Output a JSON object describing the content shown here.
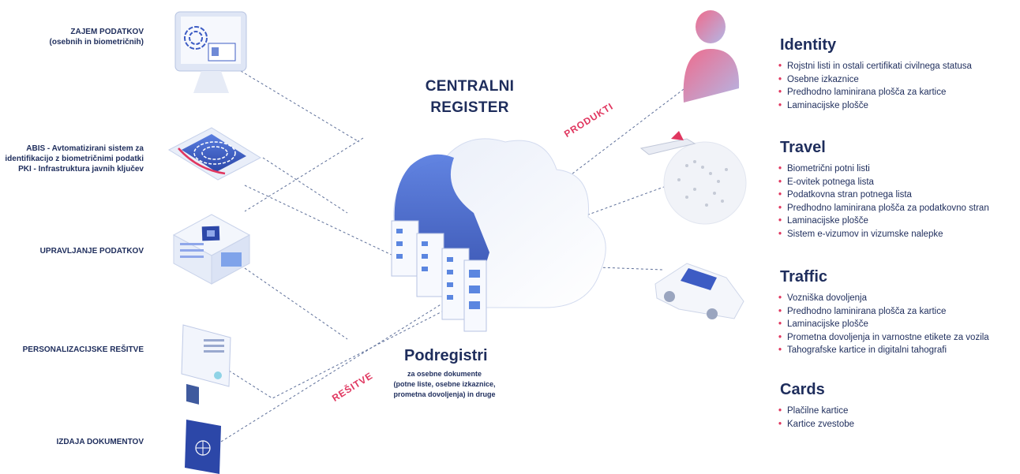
{
  "left_labels": [
    {
      "lines": [
        "ZAJEM PODATKOV",
        "(osebnih in biometričnih)"
      ]
    },
    {
      "lines": [
        "ABIS - Avtomatizirani sistem za",
        "identifikacijo z biometričnimi podatki",
        "PKI - Infrastruktura javnih ključev"
      ]
    },
    {
      "lines": [
        "UPRAVLJANJE PODATKOV"
      ]
    },
    {
      "lines": [
        "PERSONALIZACIJSKE REŠITVE"
      ]
    },
    {
      "lines": [
        "IZDAJA DOKUMENTOV"
      ]
    }
  ],
  "center": {
    "title_lines": [
      "CENTRALNI",
      "REGISTER"
    ],
    "products_label": "PRODUKTI",
    "solutions_label": "REŠITVE",
    "sub_title": "Podregistri",
    "sub_desc_lines": [
      "za osebne dokumente",
      "(potne liste, osebne izkaznice,",
      "prometna dovoljenja) in druge"
    ]
  },
  "categories": [
    {
      "title": "Identity",
      "items": [
        "Rojstni listi in ostali certifikati civilnega statusa",
        "Osebne izkaznice",
        "Predhodno laminirana plošča za kartice",
        "Laminacijske plošče"
      ]
    },
    {
      "title": "Travel",
      "items": [
        "Biometrični potni listi",
        "E-ovitek potnega lista",
        "Podatkovna stran potnega lista",
        "Predhodno laminirana plošča za podatkovno stran",
        "Laminacijske plošče",
        "Sistem e-vizumov in vizumske nalepke"
      ]
    },
    {
      "title": "Traffic",
      "items": [
        "Vozniška dovoljenja",
        "Predhodno laminirana plošča za kartice",
        "Laminacijske plošče",
        "Prometna dovoljenja in varnostne etikete za vozila",
        "Tahografske kartice in digitalni tahografi"
      ]
    },
    {
      "title": "Cards",
      "items": [
        "Plačilne kartice",
        "Kartice zvestobe"
      ]
    }
  ],
  "colors": {
    "navy": "#1e2d5c",
    "accent": "#e0365f",
    "blue": "#3d5cc4"
  },
  "icons": [
    "fingerprint-monitor-icon",
    "fingerprint-scanner-icon",
    "data-chip-box-icon",
    "id-card-icon",
    "passport-icon",
    "cloud-server-icon",
    "person-icon",
    "globe-plane-icon",
    "car-icon"
  ]
}
